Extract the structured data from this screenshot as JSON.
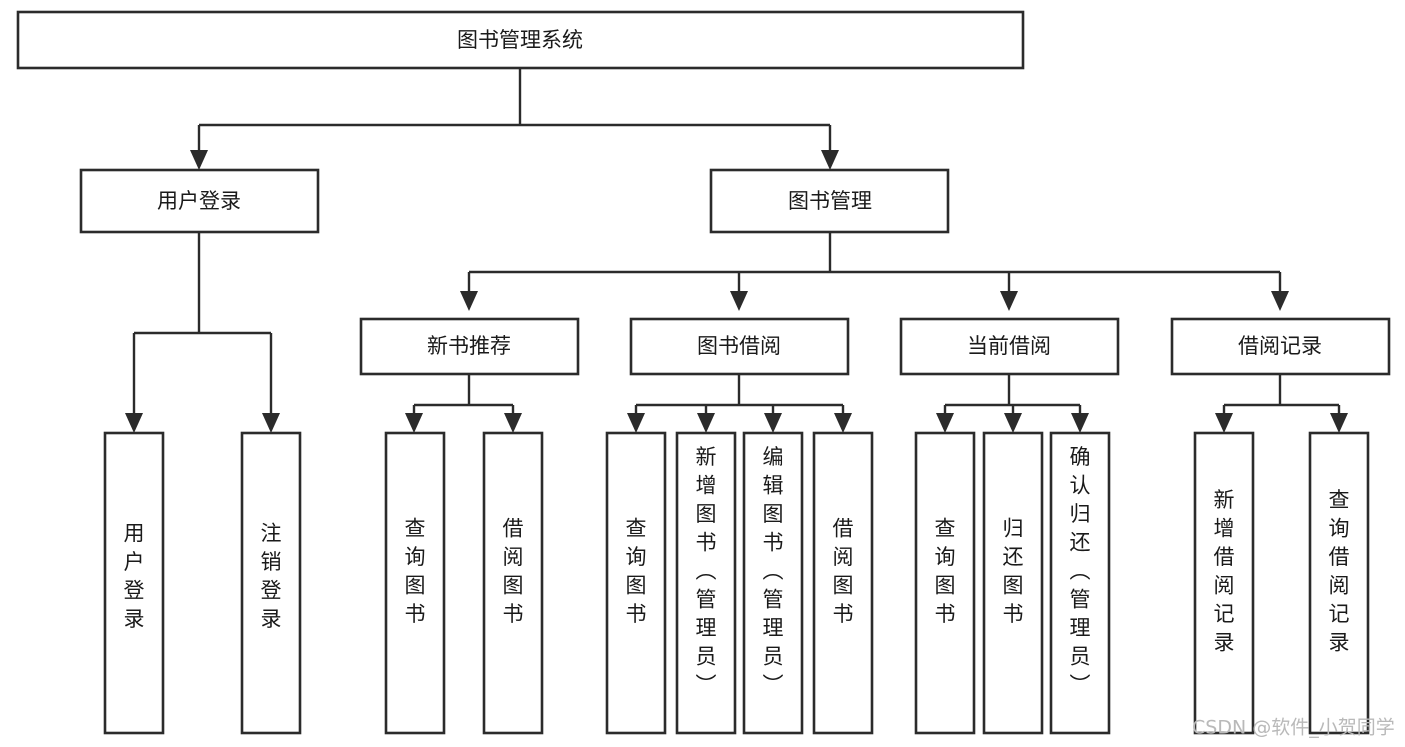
{
  "diagram": {
    "title": "图书管理系统",
    "type": "tree-hierarchy-chart",
    "root": {
      "id": "root",
      "label": "图书管理系统"
    },
    "level2": [
      {
        "id": "user-login",
        "label": "用户登录"
      },
      {
        "id": "book-manage",
        "label": "图书管理"
      }
    ],
    "level3": [
      {
        "id": "new-book-rec",
        "label": "新书推荐",
        "parent": "book-manage"
      },
      {
        "id": "book-borrow",
        "label": "图书借阅",
        "parent": "book-manage"
      },
      {
        "id": "current-borrow",
        "label": "当前借阅",
        "parent": "book-manage"
      },
      {
        "id": "borrow-record",
        "label": "借阅记录",
        "parent": "book-manage"
      }
    ],
    "leaves": [
      {
        "id": "leaf-user-login",
        "label": "用户登录",
        "parent": "user-login"
      },
      {
        "id": "leaf-logout-login",
        "label": "注销登录",
        "parent": "user-login"
      },
      {
        "id": "leaf-query-book-1",
        "label": "查询图书",
        "parent": "new-book-rec"
      },
      {
        "id": "leaf-borrow-book-1",
        "label": "借阅图书",
        "parent": "new-book-rec"
      },
      {
        "id": "leaf-query-book-2",
        "label": "查询图书",
        "parent": "book-borrow"
      },
      {
        "id": "leaf-add-book",
        "label": "新增图书（管理员）",
        "parent": "book-borrow"
      },
      {
        "id": "leaf-edit-book",
        "label": "编辑图书（管理员）",
        "parent": "book-borrow"
      },
      {
        "id": "leaf-borrow-book-2",
        "label": "借阅图书",
        "parent": "book-borrow"
      },
      {
        "id": "leaf-query-book-3",
        "label": "查询图书",
        "parent": "current-borrow"
      },
      {
        "id": "leaf-return-book",
        "label": "归还图书",
        "parent": "current-borrow"
      },
      {
        "id": "leaf-confirm-return",
        "label": "确认归还（管理员）",
        "parent": "current-borrow"
      },
      {
        "id": "leaf-add-record",
        "label": "新增借阅记录",
        "parent": "borrow-record"
      },
      {
        "id": "leaf-query-record",
        "label": "查询借阅记录",
        "parent": "borrow-record"
      }
    ]
  },
  "watermark": {
    "text": "CSDN @软件_小贺同学"
  },
  "colors": {
    "background": "#ffffff",
    "stroke": "#2b2b2b",
    "text": "#1a1a1a",
    "watermark": "#b9b9b9"
  }
}
